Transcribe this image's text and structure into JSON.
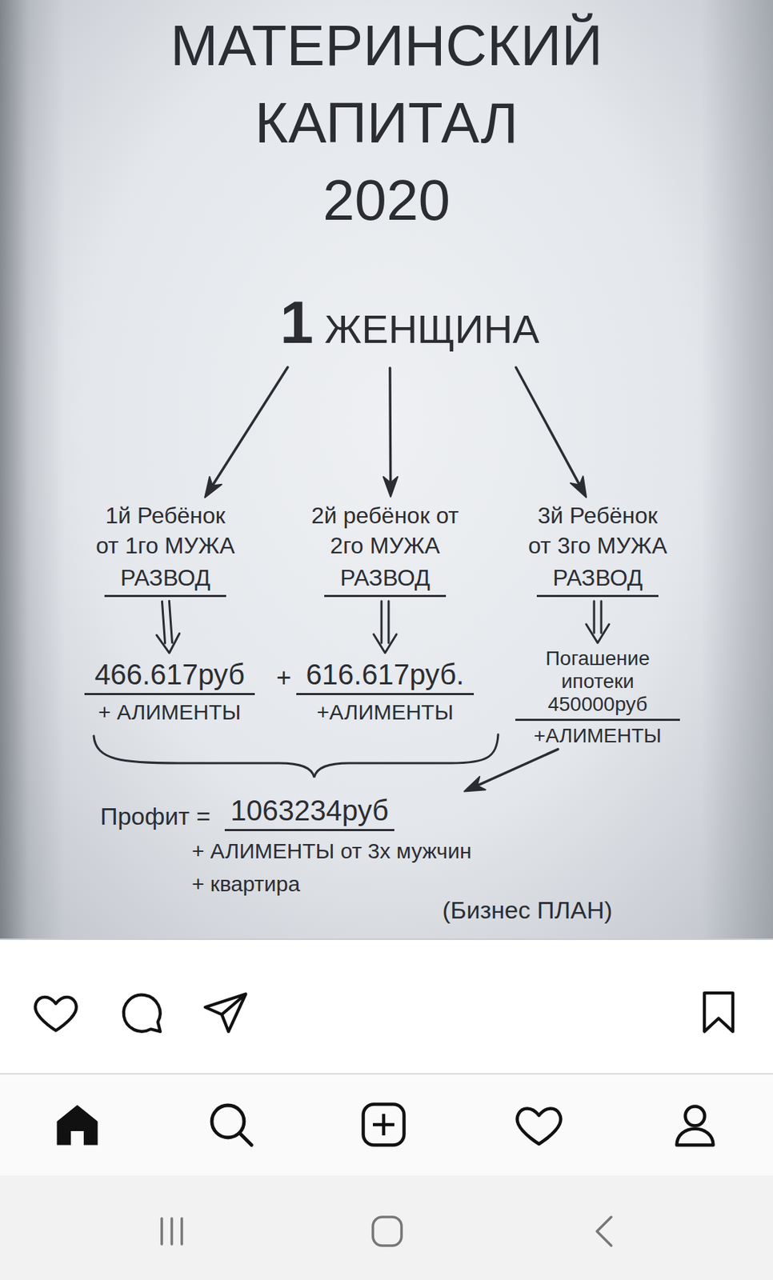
{
  "diagram": {
    "title": "МАТЕРИНСКИЙ КАПИТАЛ 2020",
    "nodes": [
      {
        "text": [
          "1 ЖЕНЩИНА"
        ]
      },
      {
        "text": [
          "1й Ребёнок от 1го МУЖА",
          "РАЗВОД"
        ]
      },
      {
        "text": [
          "2й ребёнок от 2го МУЖА",
          "РАЗВОД"
        ]
      },
      {
        "text": [
          "3й Ребёнок от 3го МУЖА",
          "РАЗВОД"
        ]
      },
      {
        "text": [
          "466.617руб",
          "+ АЛИМЕНТЫ"
        ]
      },
      {
        "text": [
          "616.617руб.",
          "+АЛИМЕНТЫ"
        ]
      },
      {
        "text": [
          "Погашение ипотеки 450000руб",
          "+АЛИМЕНТЫ"
        ]
      },
      {
        "text": [
          "Профит =",
          "1063234руб",
          "+ АЛИМЕНТЫ от 3х мужчин",
          "+ квартира"
        ]
      }
    ],
    "edges": [
      {
        "from": 0,
        "to": 1,
        "arrow": "to"
      },
      {
        "from": 0,
        "to": 2,
        "arrow": "to"
      },
      {
        "from": 0,
        "to": 3,
        "arrow": "to"
      },
      {
        "from": 1,
        "to": 4,
        "arrow": "to"
      },
      {
        "from": 2,
        "to": 5,
        "arrow": "to"
      },
      {
        "from": 3,
        "to": 6,
        "arrow": "to"
      },
      {
        "from": 6,
        "to": 7,
        "arrow": "to"
      }
    ],
    "labels": [
      "+",
      "(Бизнес ПЛАН)"
    ]
  }
}
